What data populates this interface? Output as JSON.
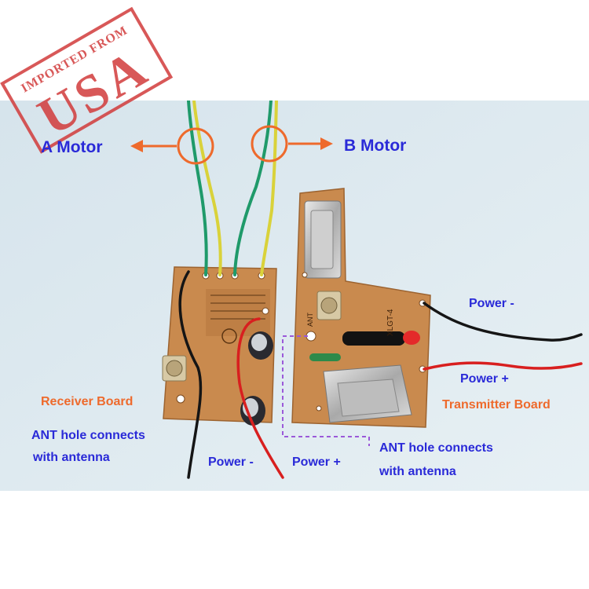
{
  "stamp": {
    "top_text": "IMPORTED FROM",
    "main_text": "USA",
    "color": "#d23b3b"
  },
  "labels": {
    "a_motor": "A Motor",
    "b_motor": "B Motor",
    "receiver_board": "Receiver Board",
    "transmitter_board": "Transmitter Board",
    "receiver_ant_line1": "ANT hole connects",
    "receiver_ant_line2": "with antenna",
    "transmitter_ant_line1": "ANT hole connects",
    "transmitter_ant_line2": "with antenna",
    "receiver_power_minus": "Power -",
    "receiver_power_plus": "Power +",
    "transmitter_power_minus": "Power -",
    "transmitter_power_plus": "Power +"
  },
  "board_markings": {
    "transmitter_model": "XLGT-4",
    "transmitter_ant": "ANT"
  },
  "colors": {
    "label_blue": "#2a2ad8",
    "label_orange": "#ee6a2c",
    "background": "#dbe8ef",
    "pcb": "#c98a4e",
    "wire_green": "#1f9a6a",
    "wire_yellow": "#d9d23a",
    "wire_red": "#d81f1f",
    "wire_black": "#151515",
    "annotation_purple": "#9b59d9"
  }
}
